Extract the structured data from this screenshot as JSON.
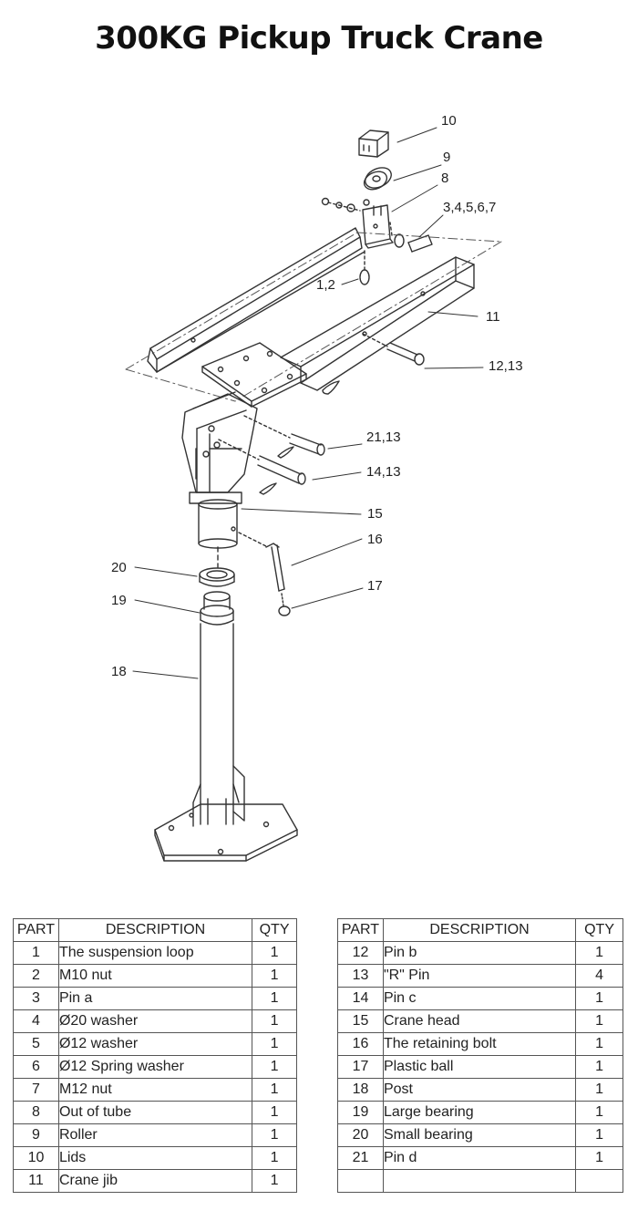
{
  "title": "300KG Pickup Truck Crane",
  "diagram": {
    "callouts": {
      "c10": "10",
      "c9": "9",
      "c8": "8",
      "c3_7": "3,4,5,6,7",
      "c1_2": "1,2",
      "c11": "11",
      "c12_13": "12,13",
      "c21_13": "21,13",
      "c14_13": "14,13",
      "c15": "15",
      "c16": "16",
      "c17": "17",
      "c20": "20",
      "c19": "19",
      "c18": "18"
    }
  },
  "table_headers": {
    "part": "PART",
    "description": "DESCRIPTION",
    "qty": "QTY"
  },
  "parts_left": [
    {
      "part": "1",
      "description": "The suspension loop",
      "qty": "1"
    },
    {
      "part": "2",
      "description": "M10 nut",
      "qty": "1"
    },
    {
      "part": "3",
      "description": "Pin  a",
      "qty": "1"
    },
    {
      "part": "4",
      "description": "Ø20 washer",
      "qty": "1"
    },
    {
      "part": "5",
      "description": "Ø12 washer",
      "qty": "1"
    },
    {
      "part": "6",
      "description": "Ø12 Spring washer",
      "qty": "1"
    },
    {
      "part": "7",
      "description": "M12 nut",
      "qty": "1"
    },
    {
      "part": "8",
      "description": "Out of tube",
      "qty": "1"
    },
    {
      "part": "9",
      "description": "Roller",
      "qty": "1"
    },
    {
      "part": "10",
      "description": "Lids",
      "qty": "1"
    },
    {
      "part": "11",
      "description": "Crane jib",
      "qty": "1"
    }
  ],
  "parts_right": [
    {
      "part": "12",
      "description": "Pin  b",
      "qty": "1"
    },
    {
      "part": "13",
      "description": "\"R\"  Pin",
      "qty": "4"
    },
    {
      "part": "14",
      "description": "Pin  c",
      "qty": "1"
    },
    {
      "part": "15",
      "description": "Crane head",
      "qty": "1"
    },
    {
      "part": "16",
      "description": "The retaining bolt",
      "qty": "1"
    },
    {
      "part": "17",
      "description": "Plastic ball",
      "qty": "1"
    },
    {
      "part": "18",
      "description": "Post",
      "qty": "1"
    },
    {
      "part": "19",
      "description": "Large bearing",
      "qty": "1"
    },
    {
      "part": "20",
      "description": "Small bearing",
      "qty": "1"
    },
    {
      "part": "21",
      "description": "Pin  d",
      "qty": "1"
    },
    {
      "part": "",
      "description": "",
      "qty": ""
    }
  ]
}
